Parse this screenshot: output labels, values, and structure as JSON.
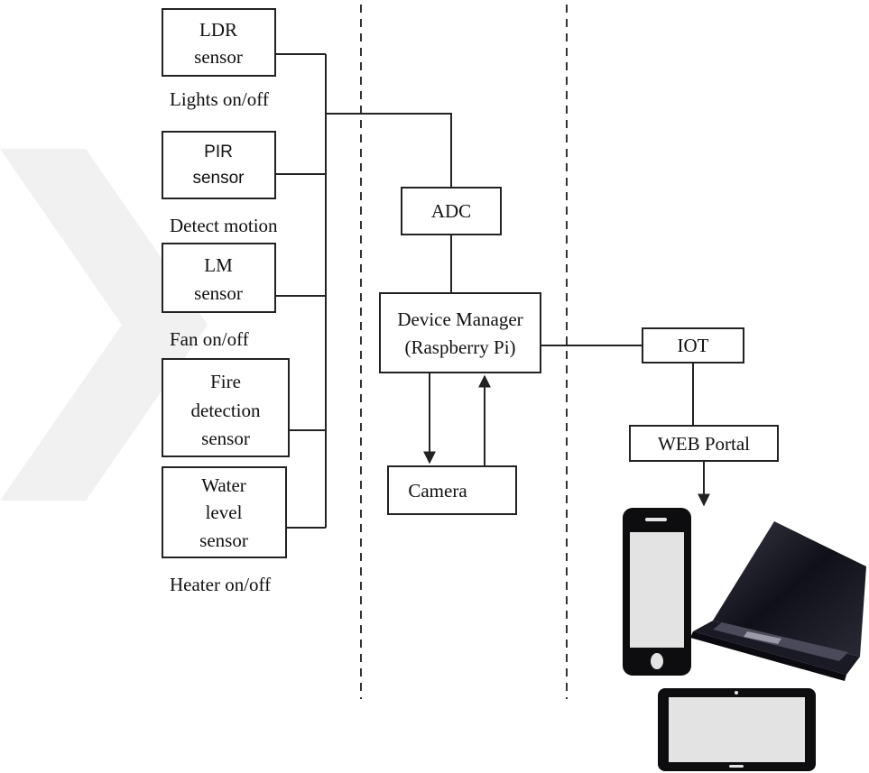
{
  "sensors": [
    {
      "id": "ldr",
      "lines": [
        "LDR",
        "sensor"
      ],
      "caption": "Lights on/off"
    },
    {
      "id": "pir",
      "lines": [
        "PIR",
        "sensor"
      ],
      "caption": "Detect motion"
    },
    {
      "id": "lm",
      "lines": [
        "LM",
        "sensor"
      ],
      "caption": "Fan on/off"
    },
    {
      "id": "fire",
      "lines": [
        "Fire",
        "detection",
        "sensor"
      ],
      "caption": ""
    },
    {
      "id": "water",
      "lines": [
        "Water",
        "level",
        "sensor"
      ],
      "caption": "Heater on/off"
    }
  ],
  "adc": {
    "label": "ADC"
  },
  "device_manager": {
    "lines": [
      "Device Manager",
      "(Raspberry Pi)"
    ]
  },
  "camera": {
    "label": "Camera"
  },
  "iot": {
    "label": "IOT"
  },
  "web_portal": {
    "label": "WEB Portal"
  },
  "devices": [
    {
      "name": "smartphone"
    },
    {
      "name": "laptop"
    },
    {
      "name": "tablet"
    }
  ],
  "colors": {
    "line": "#222222",
    "device_body": "#0d0d0f",
    "device_screen": "#e3e3e3",
    "watermark": "#efefef"
  }
}
